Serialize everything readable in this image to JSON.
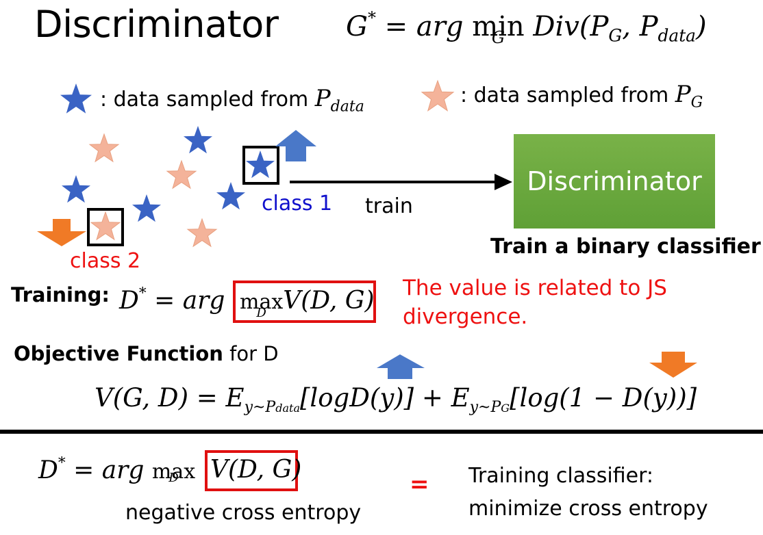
{
  "title": "Discriminator",
  "top_formula": {
    "lhs": "G",
    "sup": "*",
    "eq": " = arg ",
    "op": "min",
    "op_sub": "G",
    "rest": " Div(P",
    "s1": "G",
    "mid": ", P",
    "s2": "data",
    "close": ")"
  },
  "legend": {
    "blue_text": ": data sampled from ",
    "blue_p": "P",
    "blue_sub": "data",
    "orange_text": ": data sampled from ",
    "orange_p": "P",
    "orange_sub": "G"
  },
  "diagram": {
    "class1": "class 1",
    "class2": "class 2",
    "train": "train",
    "discriminator_box": "Discriminator",
    "caption": "Train a binary classifier"
  },
  "training": {
    "label": "Training:",
    "lhs": "D",
    "sup": "*",
    "eq": " = arg ",
    "op": "max",
    "op_sub": "D",
    "boxed": "V(D, G)",
    "note_line1": "The value is related to JS",
    "note_line2": "divergence."
  },
  "objective": {
    "bold": "Objective Function",
    "rest": " for D",
    "formula_a": "V(G, D) = E",
    "formula_a_sub1": "y~P",
    "formula_a_sub2": "data",
    "formula_b": "[logD(y)] + E",
    "formula_b_sub1": "y~P",
    "formula_b_sub2": "G",
    "formula_c": "[log(1 − D(y))]"
  },
  "bottom": {
    "lhs": "D",
    "sup": "*",
    "eq": " = arg ",
    "op": "max",
    "op_sub": "D",
    "boxed": "V(D, G)",
    "under": "negative cross entropy",
    "equals": "=",
    "right_line1": "Training classifier:",
    "right_line2": "minimize cross entropy"
  },
  "colors": {
    "blue_star": "#3a63c4",
    "orange_star": "#f4b39a",
    "arrow_blue": "#4a78c8",
    "arrow_orange": "#f07a26",
    "box_green": "#6aa83e",
    "red": "#e01010"
  }
}
